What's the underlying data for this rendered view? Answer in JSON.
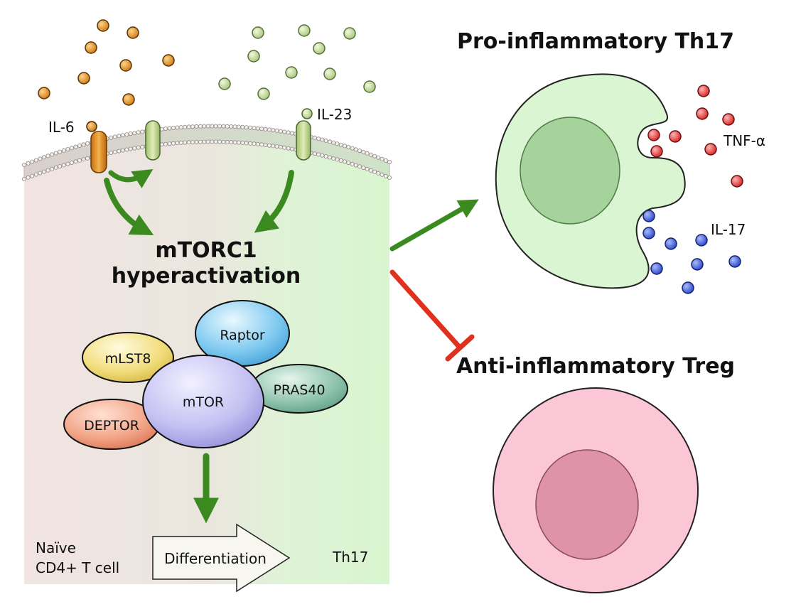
{
  "cell": {
    "naive_label_line1": "Naïve",
    "naive_label_line2": "CD4+ T cell",
    "th17_label": "Th17",
    "differentiation_label": "Differentiation"
  },
  "cytokines": {
    "il6": "IL-6",
    "il23": "IL-23",
    "tnf": "TNF-α",
    "il17": "IL-17"
  },
  "center": {
    "line1": "mTORC1",
    "line2": "hyperactivation"
  },
  "complex": {
    "mtor": "mTOR",
    "raptor": "Raptor",
    "mlst8": "mLST8",
    "pras40": "PRAS40",
    "deptor": "DEPTOR"
  },
  "outcomes": {
    "th17_title": "Pro-inflammatory Th17",
    "treg_title": "Anti-inflammatory Treg"
  },
  "colors": {
    "il6_particle": "#e0901e",
    "il23_particle": "#c2dd94",
    "tnf_particle": "#e03b3b",
    "il17_particle": "#3d5fd9",
    "activation_arrow": "#3b8a1f",
    "inhibition_arrow": "#e0301e",
    "th17_cell": "#d9f5d1",
    "treg_cell": "#fbc6d6"
  }
}
